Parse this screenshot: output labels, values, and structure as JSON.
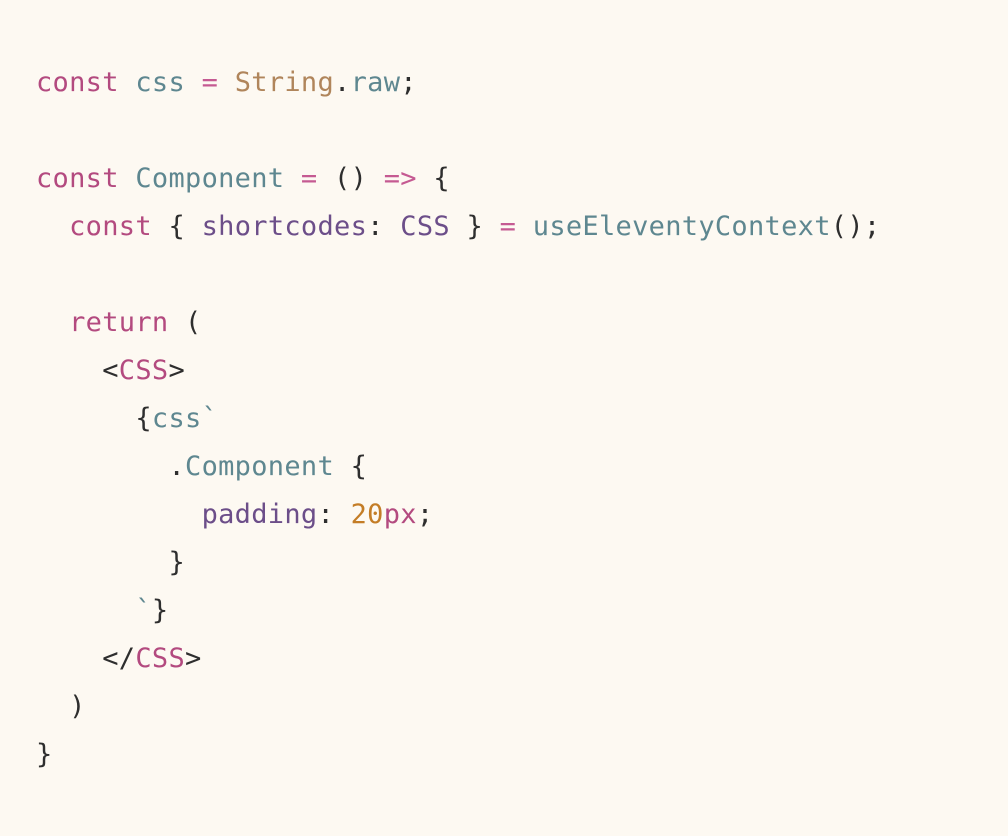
{
  "colors": {
    "background": "#fdf9f2",
    "keyword": "#b34a7f",
    "identifier": "#5e8790",
    "type": "#b0855b",
    "property": "#6c4e89",
    "number": "#c47d26",
    "punctuation": "#2e2e2e",
    "operator": "#c55a92"
  },
  "code": {
    "lines": [
      [
        {
          "text": "const",
          "kind": "keyword"
        },
        {
          "text": " ",
          "kind": "plain"
        },
        {
          "text": "css",
          "kind": "identifier"
        },
        {
          "text": " ",
          "kind": "plain"
        },
        {
          "text": "=",
          "kind": "operator"
        },
        {
          "text": " ",
          "kind": "plain"
        },
        {
          "text": "String",
          "kind": "type"
        },
        {
          "text": ".",
          "kind": "punctuation"
        },
        {
          "text": "raw",
          "kind": "identifier"
        },
        {
          "text": ";",
          "kind": "punctuation"
        }
      ],
      [],
      [
        {
          "text": "const",
          "kind": "keyword"
        },
        {
          "text": " ",
          "kind": "plain"
        },
        {
          "text": "Component",
          "kind": "identifier"
        },
        {
          "text": " ",
          "kind": "plain"
        },
        {
          "text": "=",
          "kind": "operator"
        },
        {
          "text": " ",
          "kind": "plain"
        },
        {
          "text": "()",
          "kind": "punctuation"
        },
        {
          "text": " ",
          "kind": "plain"
        },
        {
          "text": "=>",
          "kind": "operator"
        },
        {
          "text": " ",
          "kind": "plain"
        },
        {
          "text": "{",
          "kind": "punctuation"
        }
      ],
      [
        {
          "text": "  ",
          "kind": "plain"
        },
        {
          "text": "const",
          "kind": "keyword"
        },
        {
          "text": " ",
          "kind": "plain"
        },
        {
          "text": "{",
          "kind": "punctuation"
        },
        {
          "text": " ",
          "kind": "plain"
        },
        {
          "text": "shortcodes",
          "kind": "property"
        },
        {
          "text": ":",
          "kind": "punctuation"
        },
        {
          "text": " ",
          "kind": "plain"
        },
        {
          "text": "CSS",
          "kind": "property"
        },
        {
          "text": " ",
          "kind": "plain"
        },
        {
          "text": "}",
          "kind": "punctuation"
        },
        {
          "text": " ",
          "kind": "plain"
        },
        {
          "text": "=",
          "kind": "operator"
        },
        {
          "text": " ",
          "kind": "plain"
        },
        {
          "text": "useEleventyContext",
          "kind": "identifier"
        },
        {
          "text": "();",
          "kind": "punctuation"
        }
      ],
      [],
      [
        {
          "text": "  ",
          "kind": "plain"
        },
        {
          "text": "return",
          "kind": "keyword"
        },
        {
          "text": " ",
          "kind": "plain"
        },
        {
          "text": "(",
          "kind": "punctuation"
        }
      ],
      [
        {
          "text": "    ",
          "kind": "plain"
        },
        {
          "text": "<",
          "kind": "punctuation"
        },
        {
          "text": "CSS",
          "kind": "keyword"
        },
        {
          "text": ">",
          "kind": "punctuation"
        }
      ],
      [
        {
          "text": "      ",
          "kind": "plain"
        },
        {
          "text": "{",
          "kind": "punctuation"
        },
        {
          "text": "css`",
          "kind": "identifier"
        }
      ],
      [
        {
          "text": "        ",
          "kind": "plain"
        },
        {
          "text": ".",
          "kind": "punctuation"
        },
        {
          "text": "Component",
          "kind": "identifier"
        },
        {
          "text": " ",
          "kind": "plain"
        },
        {
          "text": "{",
          "kind": "punctuation"
        }
      ],
      [
        {
          "text": "          ",
          "kind": "plain"
        },
        {
          "text": "padding",
          "kind": "property"
        },
        {
          "text": ":",
          "kind": "punctuation"
        },
        {
          "text": " ",
          "kind": "plain"
        },
        {
          "text": "20",
          "kind": "number"
        },
        {
          "text": "px",
          "kind": "keyword"
        },
        {
          "text": ";",
          "kind": "punctuation"
        }
      ],
      [
        {
          "text": "        ",
          "kind": "plain"
        },
        {
          "text": "}",
          "kind": "punctuation"
        }
      ],
      [
        {
          "text": "      ",
          "kind": "plain"
        },
        {
          "text": "`",
          "kind": "identifier"
        },
        {
          "text": "}",
          "kind": "punctuation"
        }
      ],
      [
        {
          "text": "    ",
          "kind": "plain"
        },
        {
          "text": "</",
          "kind": "punctuation"
        },
        {
          "text": "CSS",
          "kind": "keyword"
        },
        {
          "text": ">",
          "kind": "punctuation"
        }
      ],
      [
        {
          "text": "  ",
          "kind": "plain"
        },
        {
          "text": ")",
          "kind": "punctuation"
        }
      ],
      [
        {
          "text": "}",
          "kind": "punctuation"
        }
      ]
    ]
  }
}
